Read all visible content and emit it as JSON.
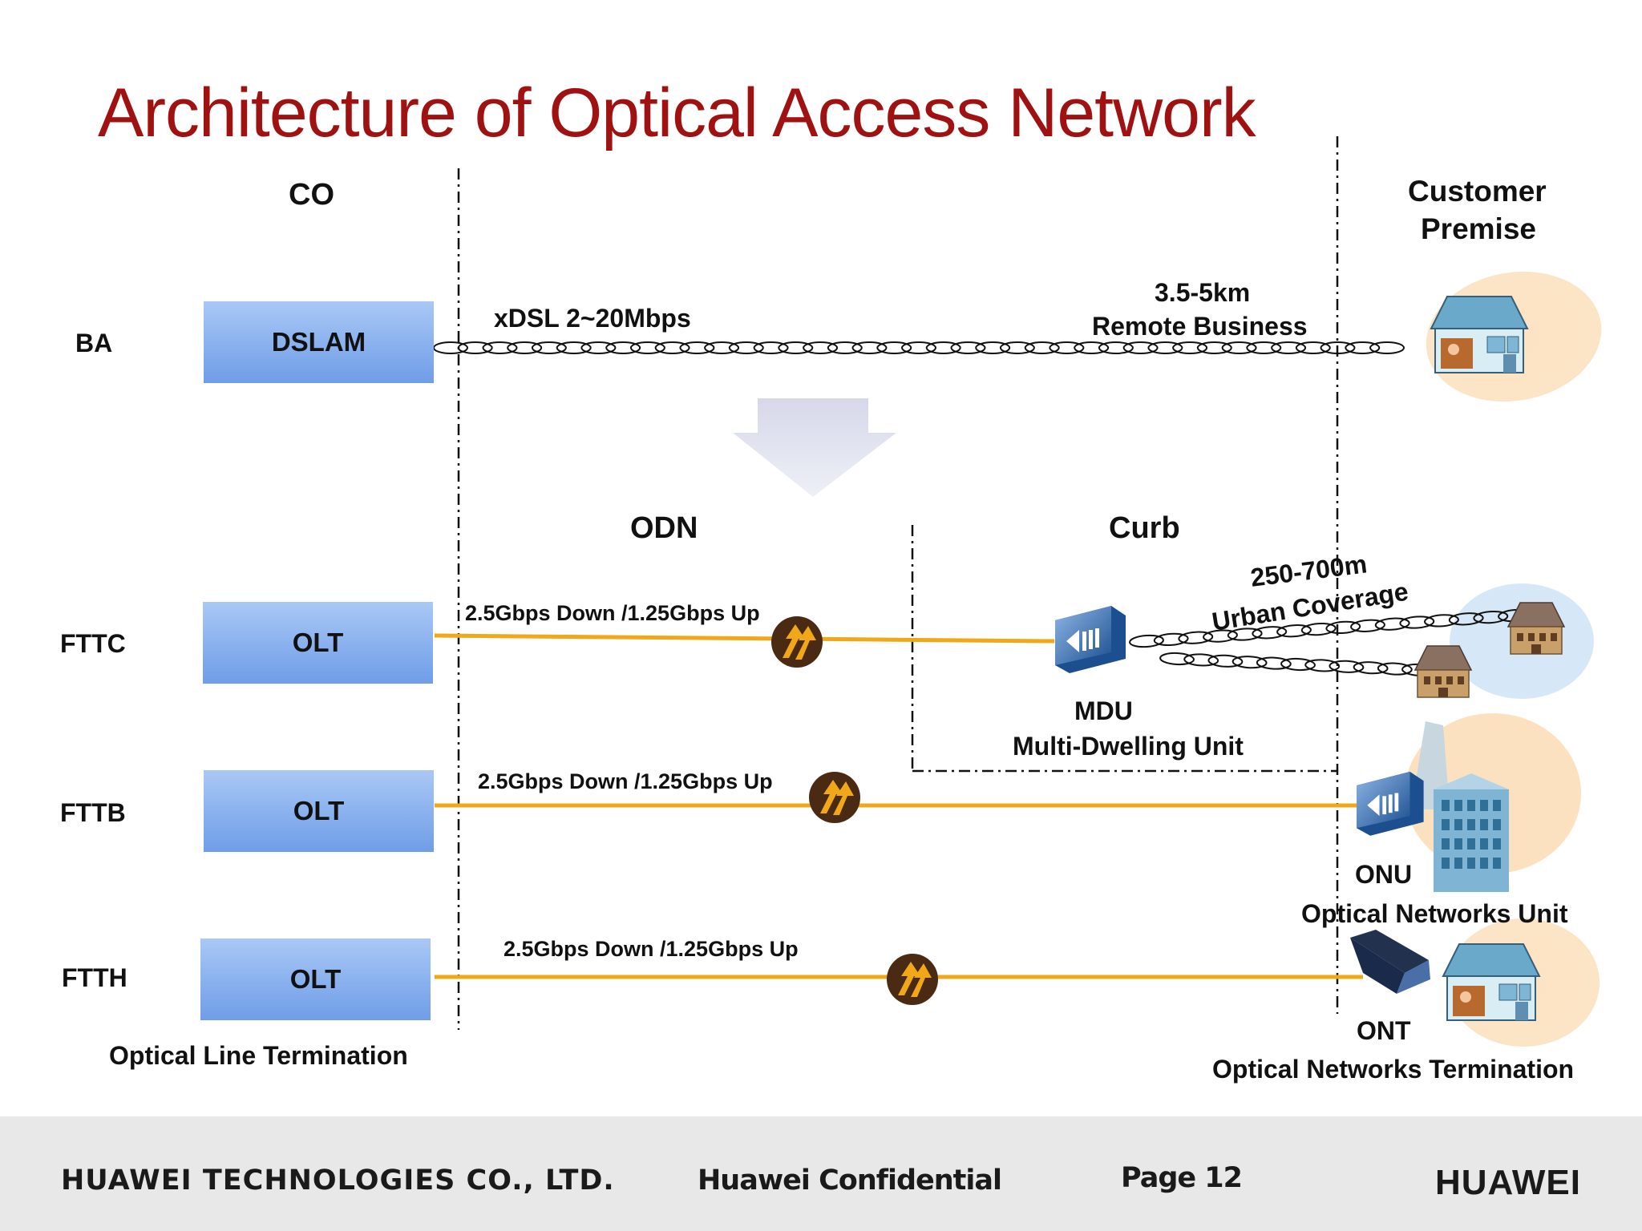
{
  "title": "Architecture of Optical Access Network",
  "zones": {
    "co": "CO",
    "customer_premise_line1": "Customer",
    "customer_premise_line2": "Premise",
    "odn": "ODN",
    "curb": "Curb"
  },
  "rows": [
    {
      "label": "BA",
      "device": "DSLAM",
      "link": "xDSL 2~20Mbps"
    },
    {
      "label": "FTTC",
      "device": "OLT",
      "link": "2.5Gbps Down /1.25Gbps Up"
    },
    {
      "label": "FTTB",
      "device": "OLT",
      "link": "2.5Gbps Down /1.25Gbps Up"
    },
    {
      "label": "FTTH",
      "device": "OLT",
      "link": "2.5Gbps Down /1.25Gbps Up"
    }
  ],
  "remote_business": {
    "distance": "3.5-5km",
    "label": "Remote Business"
  },
  "urban_coverage": {
    "distance": "250-700m",
    "label": "Urban Coverage"
  },
  "mdu": {
    "abbr": "MDU",
    "full": "Multi-Dwelling Unit"
  },
  "onu": {
    "abbr": "ONU",
    "full": "Optical Networks Unit"
  },
  "ont": {
    "abbr": "ONT",
    "full": "Optical Networks Termination"
  },
  "olt_caption": "Optical Line Termination",
  "footer": {
    "company": "HUAWEI TECHNOLOGIES CO., LTD.",
    "confidential": "Huawei Confidential",
    "page": "Page 12",
    "brand": "HUAWEI"
  },
  "colors": {
    "title": "#a01212",
    "fiber": "#f0a818",
    "box_top": "#a9c8f5",
    "box_bottom": "#6f9de8",
    "splitter": "#4a2a12",
    "logo": "#d81e2b"
  },
  "icons": [
    "house-icon",
    "splitter-icon",
    "mdu-device-icon",
    "building-icon",
    "ont-device-icon",
    "down-arrow-icon",
    "huawei-logo-icon"
  ]
}
